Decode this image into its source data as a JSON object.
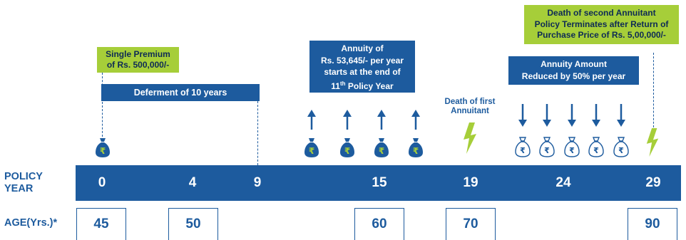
{
  "single_premium": {
    "line1": "Single Premium",
    "line2": "of Rs. 500,000/-"
  },
  "deferment_label": "Deferment of 10 years",
  "annuity_box": {
    "line1": "Annuity of",
    "line2": "Rs. 53,645/- per year",
    "line3": "starts at the end of",
    "line4_prefix": "11",
    "line4_sup": "th",
    "line4_suffix": " Policy Year"
  },
  "death_first": {
    "line1": "Death of first",
    "line2": "Annuitant"
  },
  "reduced_box": {
    "line1": "Annuity Amount",
    "line2": "Reduced by 50% per year"
  },
  "death_second": {
    "line1": "Death of second Annuitant",
    "line2": "Policy Terminates after Return of",
    "line3": "Purchase Price of Rs. 5,00,000/-"
  },
  "policy_year_label": {
    "line1": "POLICY",
    "line2": "YEAR"
  },
  "policy_years": [
    "0",
    "4",
    "9",
    "15",
    "19",
    "24",
    "29"
  ],
  "age_label": "AGE(Yrs.)*",
  "ages": [
    "45",
    "50",
    "60",
    "70",
    "90"
  ],
  "currency_glyph": "₹",
  "colors": {
    "blue": "#1d5b9e",
    "green": "#a6ce39",
    "navy_text": "#0d2a55"
  },
  "icons": [
    "money-bag-filled-icon",
    "money-bag-outline-icon",
    "up-arrow-icon",
    "down-arrow-icon",
    "lightning-icon"
  ]
}
